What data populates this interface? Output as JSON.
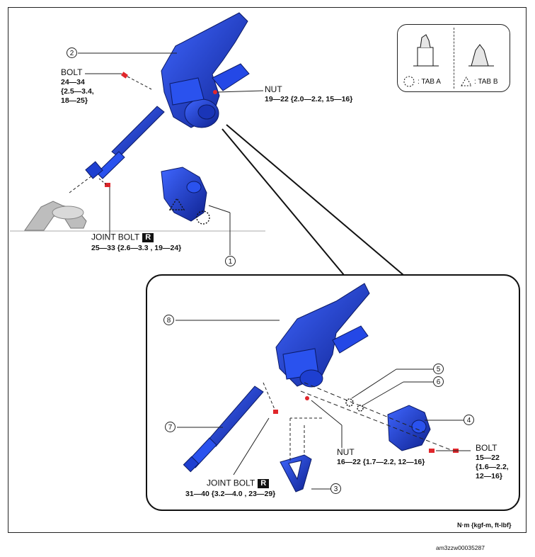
{
  "labels": {
    "bolt_top": {
      "name": "BOLT",
      "spec": [
        "24—34",
        "{2.5—3.4,",
        "18—25}"
      ]
    },
    "nut_top": {
      "name": "NUT",
      "spec": "19—22 {2.0—2.2, 15—16}"
    },
    "joint_bolt_top": {
      "name": "JOINT BOLT",
      "badge": "R",
      "spec": "25—33 {2.6—3.3 , 19—24}"
    },
    "nut_detail": {
      "name": "NUT",
      "spec": "16—22 {1.7—2.2, 12—16}"
    },
    "bolt_detail": {
      "name": "BOLT",
      "spec": [
        "15—22",
        "{1.6—2.2,",
        "12—16}"
      ]
    },
    "joint_bolt_detail": {
      "name": "JOINT BOLT",
      "badge": "R",
      "spec": "31—40 {3.2—4.0 , 23—29}"
    }
  },
  "legend": {
    "tab_a": ": TAB A",
    "tab_b": ": TAB B"
  },
  "callouts": [
    "1",
    "2",
    "3",
    "4",
    "5",
    "6",
    "7",
    "8"
  ],
  "units": "N·m {kgf-m, ft-lbf}",
  "figure_code": "am3zzw00035287",
  "colors": {
    "part_blue": "#1e3fd0",
    "part_dark": "#0d1f7a",
    "bolt_red": "#e0262b"
  }
}
